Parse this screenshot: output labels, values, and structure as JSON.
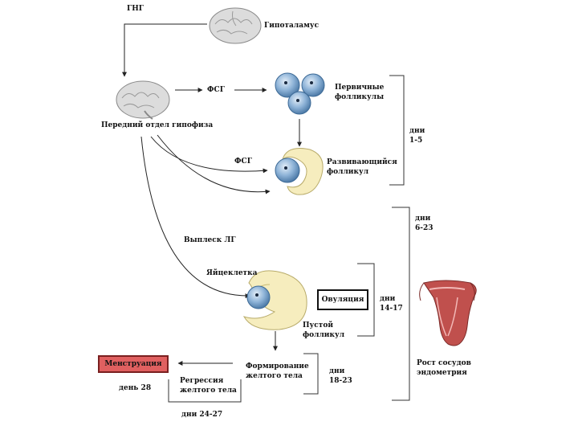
{
  "labels": {
    "gnrh": "ГНГ",
    "hypothalamus": "Гипоталамус",
    "anterior_pituitary": "Передний отдел гипофиза",
    "fsh_1": "ФСГ",
    "fsh_2": "ФСГ",
    "primary_follicles_1": "Первичные",
    "primary_follicles_2": "фолликулы",
    "developing_follicle_1": "Развивающийся",
    "developing_follicle_2": "фолликул",
    "days_1_5_1": "дни",
    "days_1_5_2": "1-5",
    "days_6_23_1": "дни",
    "days_6_23_2": "6-23",
    "lh_surge": "Выплеск ЛГ",
    "egg_cell": "Яйцеклетка",
    "ovulation": "Овуляция",
    "days_14_17_1": "дни",
    "days_14_17_2": "14-17",
    "empty_follicle_1": "Пустой",
    "empty_follicle_2": "фолликул",
    "vessel_growth_1": "Рост сосудов",
    "vessel_growth_2": "эндометрия",
    "corpus_luteum_formation_1": "Формирование",
    "corpus_luteum_formation_2": "желтого тела",
    "days_18_23_1": "дни",
    "days_18_23_2": "18-23",
    "menstruation": "Менструация",
    "day_28": "день 28",
    "regression_1": "Регрессия",
    "regression_2": "желтого тела",
    "days_24_27": "дни 24-27"
  },
  "colors": {
    "menstruation_box": "#e06060",
    "follicle_blue": "#7fa6cf",
    "follicle_yellow": "#f6edbe",
    "uterus_red": "#c0504d",
    "brain_gray": "#d9d9d9"
  }
}
